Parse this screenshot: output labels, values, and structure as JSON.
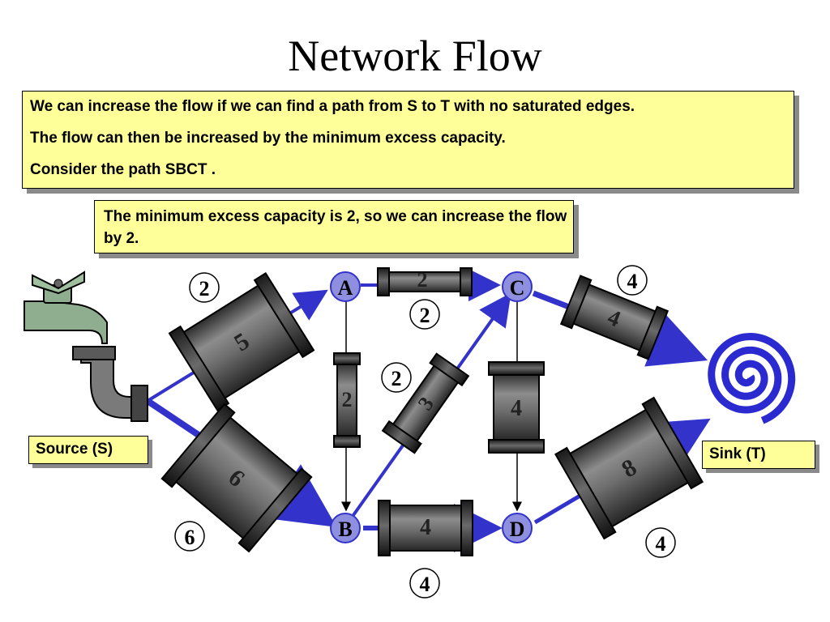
{
  "title": "Network Flow",
  "notes": [
    "We can increase the flow if we can find a path from S to T with no saturated edges.",
    "The flow can then be increased by the minimum excess capacity.",
    "Consider the path SBCT ."
  ],
  "callout": "The minimum excess capacity is 2, so we can increase the flow by 2.",
  "source_label": "Source (S)",
  "sink_label": "Sink (T)",
  "nodes": {
    "A": "A",
    "B": "B",
    "C": "C",
    "D": "D"
  },
  "pipes": {
    "SA": "5",
    "SB": "6",
    "AC": "2",
    "AB": "2",
    "BC": "3",
    "CD": "4",
    "BD": "4",
    "CT": "4",
    "DT": "8"
  },
  "flows": {
    "SA": "2",
    "SB": "6",
    "AC": "2",
    "BC": "2",
    "CT": "4",
    "DT": "4",
    "BD": "4"
  },
  "colors": {
    "edge": "#3333cc",
    "node": "#8f8fe0",
    "note_bg": "#ffff99",
    "pipe": "#5a5a5a"
  }
}
